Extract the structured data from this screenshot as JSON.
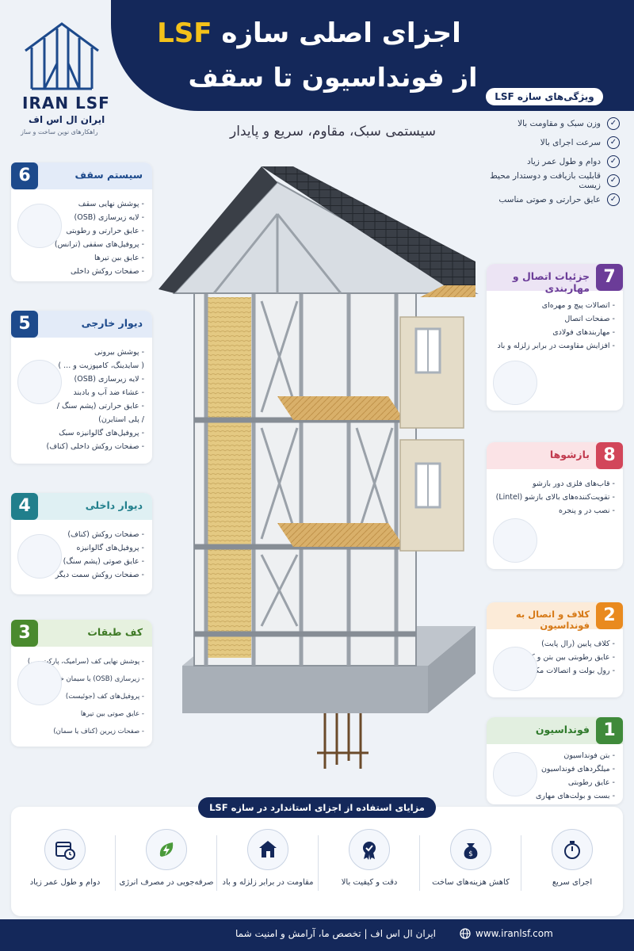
{
  "header": {
    "title_prefix": "اجزای اصلی سازه",
    "title_brand": "LSF",
    "title_line2": "از فونداسیون تا سقف",
    "subtitle": "سیستمی سبک، مقاوم، سریع و پایدار"
  },
  "logo": {
    "name": "IRAN LSF",
    "name_fa": "ایران ال اس اف",
    "tagline": "راهکارهای نوین ساخت و ساز"
  },
  "features": {
    "title": "ویژگی‌های سازه LSF",
    "items": [
      "وزن سبک و مقاومت بالا",
      "سرعت اجرای بالا",
      "دوام و طول عمر زیاد",
      "قابلیت بازیافت و دوستدار محیط زیست",
      "عایق حرارتی و صوتی مناسب"
    ]
  },
  "cards": {
    "roof": {
      "number": "6",
      "title": "سیستم سقف",
      "items": [
        "- پوشش نهایی سقف",
        "- لایه زیرسازی (OSB)",
        "- عایق حرارتی و رطوبتی",
        "- پروفیل‌های سقفی (ترانس)",
        "- عایق بین تیرها",
        "- صفحات روکش داخلی"
      ]
    },
    "exterior_wall": {
      "number": "5",
      "title": "دیوار خارجی",
      "items": [
        "- پوشش بیرونی",
        "( سایدینگ، کامپوزیت و ... )",
        "- لایه زیرسازی (OSB)",
        "- عشاء ضد آب و بادبند",
        "- عایق حرارتی (پشم سنگ /",
        "/ پلی استایرن)",
        "- پروفیل‌های گالوانیزه سبک",
        "- صفحات روکش داخلی (کناف)"
      ]
    },
    "interior_wall": {
      "number": "4",
      "title": "دیوار داخلی",
      "items": [
        "- صفحات روکش (کناف)",
        "- پروفیل‌های گالوانیزه",
        "- عایق صوتی (پشم سنگ)",
        "- صفحات روکش سمت دیگر"
      ]
    },
    "floor": {
      "number": "3",
      "title": "کف طبقات",
      "items": [
        "- پوشش نهایی کف (سرامیک، پارکت و...)",
        "- زیرسازی (OSB) یا سیمان خشک)",
        "- پروفیل‌های کف (جوئیست)",
        "- عایق صوتی بین تیرها",
        "- صفحات زیرین (کناف یا سمان)"
      ]
    },
    "connections": {
      "number": "7",
      "title": "جزئیات اتصال و مهاربندی",
      "items": [
        "- اتصالات پیچ و مهره‌ای",
        "- صفحات اتصال",
        "- مهاربندهای فولادی",
        "- افزایش مقاومت در برابر زلزله و باد"
      ]
    },
    "openings": {
      "number": "8",
      "title": "بازشوها",
      "items": [
        "- قاب‌های فلزی دور بازشو",
        "- تقویت‌کننده‌های بالای بازشو (Lintel)",
        "- نصب در و پنجره"
      ]
    },
    "foundation_link": {
      "number": "2",
      "title": "کلاف و اتصال به فونداسیون",
      "items": [
        "- کلاف پایین (رال پایت)",
        "- عایق رطوبتی بین بتن و کلاف",
        "- رول بولت و اتصالات مکانیکی"
      ]
    },
    "foundation": {
      "number": "1",
      "title": "فونداسیون",
      "items": [
        "- بتن فونداسیون",
        "- میلگردهای فونداسیون",
        "- عایق رطوبتی",
        "- بست و بولت‌های مهاری"
      ]
    }
  },
  "benefits": {
    "title": "مزایای استفاده از اجزای استاندارد در سازه LSF",
    "items": [
      {
        "label": "اجرای سریع",
        "icon": "stopwatch-icon"
      },
      {
        "label": "کاهش هزینه‌های ساخت",
        "icon": "money-bag-icon"
      },
      {
        "label": "دقت و کیفیت بالا",
        "icon": "quality-badge-icon"
      },
      {
        "label": "مقاومت در برابر زلزله و باد",
        "icon": "house-shield-icon"
      },
      {
        "label": "صرفه‌جویی در مصرف انرژی",
        "icon": "energy-leaf-icon"
      },
      {
        "label": "دوام و طول عمر زیاد",
        "icon": "calendar-clock-icon"
      }
    ]
  },
  "footer": {
    "slogan": "ایران ال اس اف   |   تخصص ما، آرامش و امنیت شما",
    "website": "www.iranlsf.com"
  },
  "colors": {
    "navy": "#14285a",
    "gold": "#f4c21a"
  }
}
